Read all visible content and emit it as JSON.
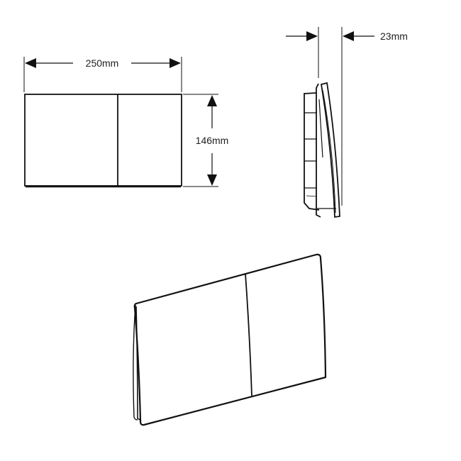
{
  "diagram": {
    "front_view": {
      "width_label": "250mm",
      "height_label": "146mm"
    },
    "side_view": {
      "depth_label": "23mm"
    },
    "perspective_view": {}
  },
  "colors": {
    "line": "#111111",
    "background": "#ffffff"
  }
}
